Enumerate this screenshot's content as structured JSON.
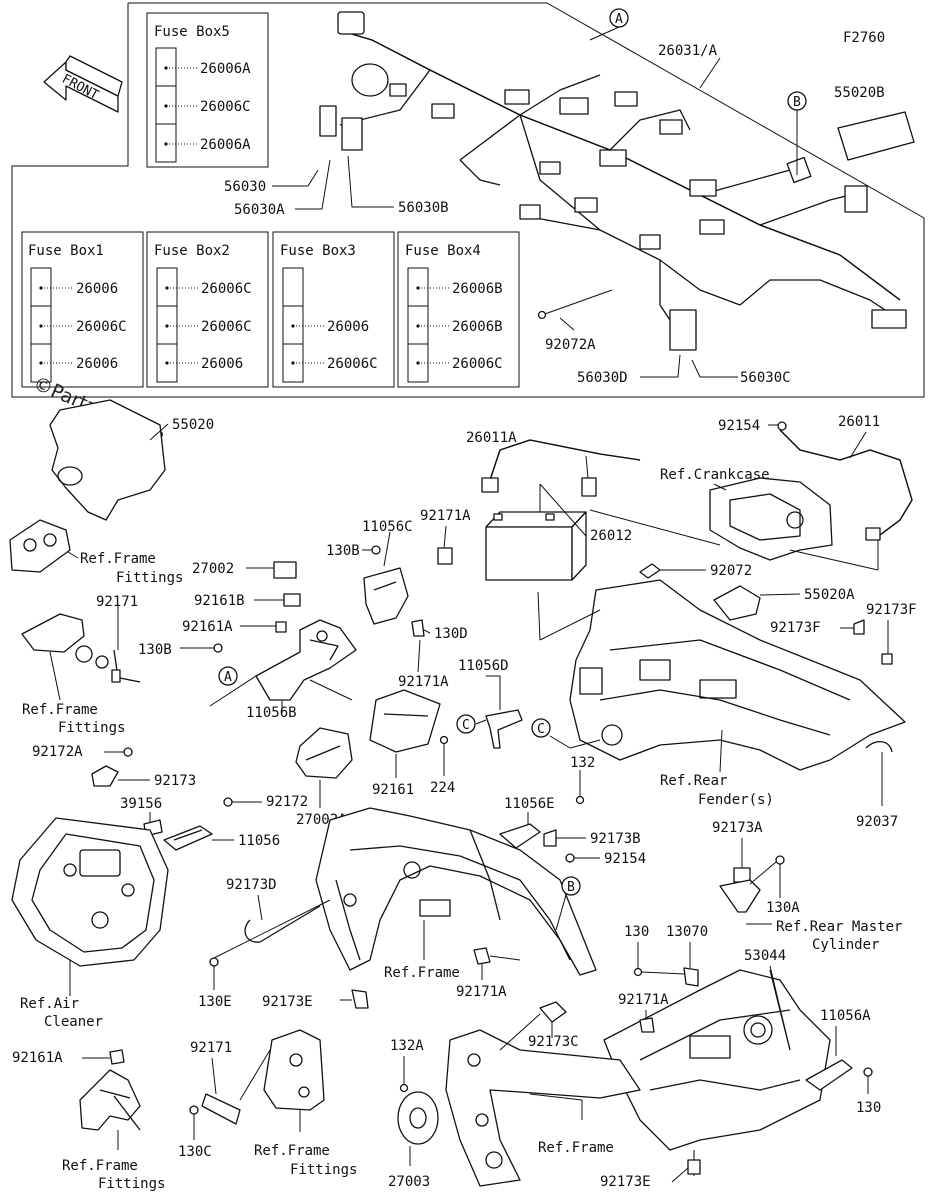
{
  "diagram": {
    "code": "F2760",
    "front": "FRONT",
    "watermark": "©Partzilla.com",
    "fuse_boxes": [
      {
        "title": "Fuse Box5",
        "parts": [
          "26006A",
          "26006C",
          "26006A"
        ]
      },
      {
        "title": "Fuse Box1",
        "parts": [
          "26006",
          "26006C",
          "26006"
        ]
      },
      {
        "title": "Fuse Box2",
        "parts": [
          "26006C",
          "26006C",
          "26006"
        ]
      },
      {
        "title": "Fuse Box3",
        "parts": [
          "",
          "26006",
          "26006C"
        ]
      },
      {
        "title": "Fuse Box4",
        "parts": [
          "26006B",
          "26006B",
          "26006C"
        ]
      }
    ],
    "callouts": [
      "A",
      "B",
      "C"
    ],
    "labels": {
      "l1": "26031/A",
      "l2": "55020B",
      "l3": "56030",
      "l4": "56030A",
      "l5": "56030B",
      "l6": "92072A",
      "l7": "56030D",
      "l8": "56030C",
      "l9": "55020",
      "l10": "26011A",
      "l11": "92154",
      "l12": "26011",
      "l13": "Ref.Crankcase",
      "l14": "26012",
      "l15": "11056C",
      "l16": "92171A",
      "l17": "130B",
      "l18": "27002",
      "l19": "92161B",
      "l20": "92161A",
      "l21": "130B",
      "l22": "130D",
      "l23": "Ref.Frame",
      "l24": "Fittings",
      "l25": "92171",
      "l26": "Ref.Frame",
      "l27": "Fittings",
      "l28": "92072",
      "l29": "55020A",
      "l30": "92173F",
      "l31": "92173F",
      "l32": "92171A",
      "l33": "11056D",
      "l34": "11056B",
      "l35": "92161",
      "l36": "27002A",
      "l37": "224",
      "l38": "92172A",
      "l39": "92173",
      "l40": "39156",
      "l41": "92172",
      "l42": "11056",
      "l43": "132",
      "l44": "11056E",
      "l45": "92173B",
      "l46": "92154",
      "l47": "Ref.Rear",
      "l48": "Fender(s)",
      "l49": "92037",
      "l50": "92173A",
      "l51": "130A",
      "l52": "Ref.Rear Master",
      "l53": "Cylinder",
      "l54": "92173D",
      "l55": "Ref.Frame",
      "l56": "130E",
      "l57": "92173E",
      "l58": "92171A",
      "l59": "130",
      "l60": "13070",
      "l61": "53044",
      "l62": "92171A",
      "l63": "11056A",
      "l64": "130",
      "l65": "Ref.Air",
      "l66": "Cleaner",
      "l67": "92161A",
      "l68": "92171",
      "l69": "132A",
      "l70": "92173C",
      "l71": "Ref.Frame",
      "l72": "130C",
      "l73": "Ref.Frame",
      "l74": "Fittings",
      "l75": "27003",
      "l76": "Ref.Frame",
      "l77": "Fittings",
      "l78": "92173E"
    }
  }
}
